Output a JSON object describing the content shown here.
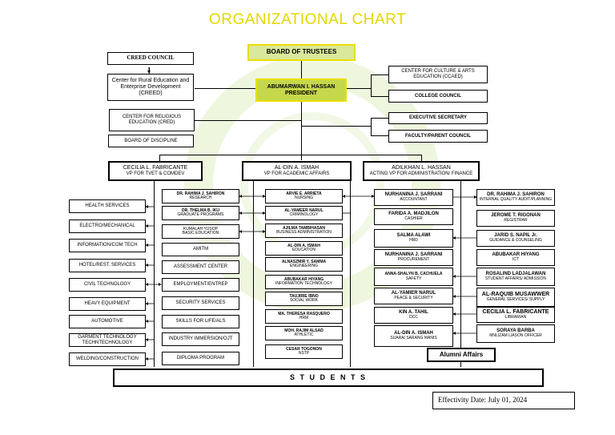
{
  "title": "ORGANIZATIONAL CHART",
  "colors": {
    "title": "#e3d800",
    "highlight": "#c5d84b",
    "watermark": "#e6f2d0"
  },
  "top": {
    "board": "BOARD OF TRUSTEES",
    "president_name": "ABUMARWAN I. HASSAN",
    "president_title": "PRESIDENT",
    "creed_council": "CREED COUNCIL",
    "creed": "Center for Rural Education and Enterprise Development (CREED)",
    "religious": "CENTER FOR RELIGIOUS EDUCATION (CRED)",
    "discipline": "BOARD OF DISCIPLINE",
    "ccaed": "CENTER FOR CULTURE & ARTS EDUCATION (CCAED)",
    "college_council": "COLLEGE COUNCIL",
    "exec_sec": "EXECUTIVE SECRETARY",
    "faculty_parent": "FACULTY/PARENT COUNCIL"
  },
  "vps": {
    "tvet_name": "CECILIA L. FABRICANTE",
    "tvet_title": "VP FOR TVET & COMDEV",
    "acad_name": "AL-DIN A. ISMAH",
    "acad_title": "VP FOR ACADEMIC AFFAIRS",
    "admin_name": "ADILKHAN L. HASSAN",
    "admin_title": "ACTING VP FOR ADMINISTRATION/ FINANCE"
  },
  "tvet_left": [
    "HEALTH SERVICES",
    "ELECTRO/MECHANICAL",
    "INFORMATION/COM TECH",
    "HOTEL/REST. SERVICES",
    "CIVIL TECHNOLOGY",
    "HEAVY EQUIPMENT",
    "AUTOMOTIVE",
    "GARMENT TECHNOLOGY",
    "WELDING/CONSTRUCTION"
  ],
  "tvet_left_extra": "TECHNTECHNOLOGY",
  "tvet_mid_people": [
    {
      "name": "DR. RAHIMA J. SAHIRON",
      "role": "RESEARCH"
    },
    {
      "name": "DR. THELMA B. IKU",
      "role": "GRADUATE PROGRAMS"
    },
    {
      "name": "KUMALAH YUSOP",
      "role": "BASIC EDUCATION"
    }
  ],
  "tvet_mid_programs": [
    "AMITM",
    "ASSESSMENT CENTER",
    "EMPLOYMENT/ENTREP",
    "SECURITY SERVICES",
    "SKILLS FOR LIFE/ALS",
    "INDUSTRY IMMERSION/OJT",
    "DIPLOMA PROGRAM"
  ],
  "deans": [
    {
      "name": "ARVIE E. ARRIETA",
      "role": "NURSING"
    },
    {
      "name": "AL-YAMEER NARUL",
      "role": "CRIMINOLOGY"
    },
    {
      "name": "AJILMA TAMBIHASAN",
      "role": "BUSINESS ADMINISTRATION"
    },
    {
      "name": "AL-DIN A. ISMAH",
      "role": "EDUCATION"
    },
    {
      "name": "ALNASZMIR Y. SAMMA",
      "role": "ENGINEERING"
    },
    {
      "name": "ABUBAKAR HIYANG",
      "role": "INFORMATION TECHNOLOGY"
    },
    {
      "name": "TAUJIRIE IBNO",
      "role": "SOCIAL WORK"
    },
    {
      "name": "MA. THERESA RASQUERO",
      "role": "HRM"
    },
    {
      "name": "MOH. RAJIM ALSAD",
      "role": "ATHLETIC"
    },
    {
      "name": "CESAR TOGONON",
      "role": "NSTP"
    }
  ],
  "admin_left": [
    {
      "name": "NURHANINA J. SARRANI",
      "role": "ACCOUNTANT"
    },
    {
      "name": "FARIDA A. MADJILON",
      "role": "CASHIER"
    },
    {
      "name": "SALMA ALAWI",
      "role": "HRD"
    },
    {
      "name": "NURHANINA J. SARRANI",
      "role": "PROCUREMENT"
    },
    {
      "name": "ANNA-SHALYN B. CACHUELA",
      "role": "SAFETY"
    },
    {
      "name": "AL-YAMIER NARUL",
      "role": "PEACE & SECURITY"
    },
    {
      "name": "KIN A. TAHIL",
      "role": "DCC"
    },
    {
      "name": "AL-DIN A. ISMAH",
      "role": "SUARA/ SARANG MANIS"
    }
  ],
  "admin_right": [
    {
      "name": "DR. RAHIMA J. SAHIRON",
      "role": "INTERNAL QUALITY AUDIT/PLANNING"
    },
    {
      "name": "JEROME T. RIGONAN",
      "role": "REGISTRAR"
    },
    {
      "name": "JARID S. NAPIL Jr.",
      "role": "GUIDANCE & COUNSELING"
    },
    {
      "name": "ABUBAKAR HIYANG",
      "role": "ICT"
    },
    {
      "name": "ROSALIND LADJALAWAN",
      "role": "STUDENT AFFAIRS/ ADMISSION"
    },
    {
      "name": "AL-RAQUIB MUSAWWER",
      "role": "GENERAL SERVICES/ SUPPLY"
    },
    {
      "name": "CECILIA L. FABRICANTE",
      "role": "LIBRARIAN"
    },
    {
      "name": "SORAYA BARBA",
      "role": "MNLIZAM LIASON OFFICER"
    }
  ],
  "alumni": "Alumni Affairs",
  "students": "S T U D E N T S",
  "effectivity": "Effectivity Date: July 01, 2024"
}
